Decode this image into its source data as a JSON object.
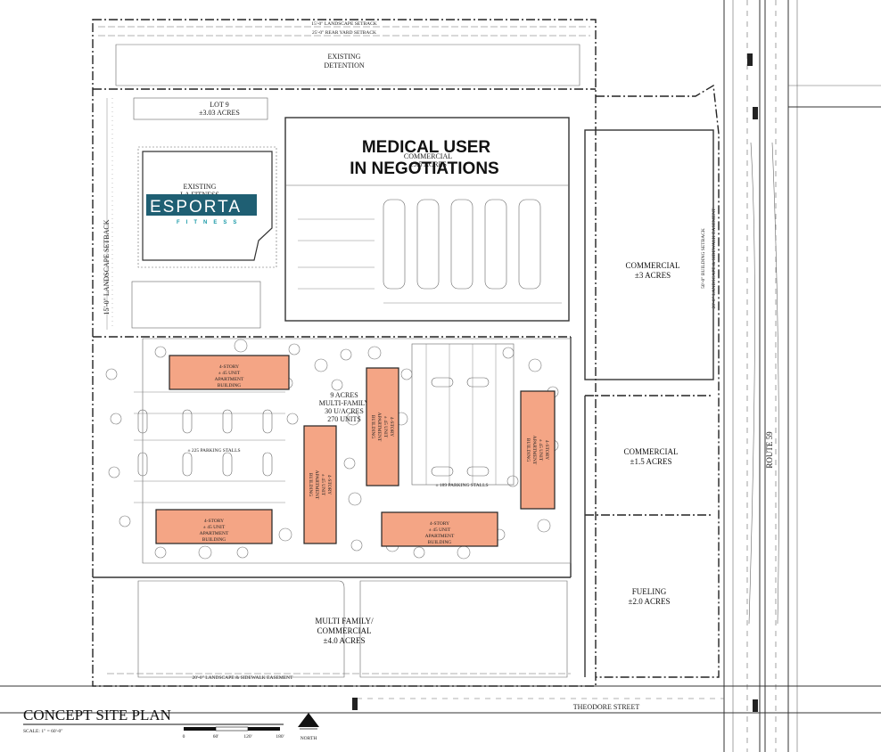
{
  "title": "CONCEPT SITE PLAN",
  "scale": {
    "text": "SCALE: 1\" = 60'-0\"",
    "ticks": [
      "0",
      "60'",
      "120'",
      "180'"
    ],
    "north": "NORTH"
  },
  "setbacks": {
    "top_landscape": "15'-0\" LANDSCAPE SETBACK",
    "top_rear_yard": "25'-0\" REAR YARD SETBACK",
    "left_landscape": "15'-0\" LANDSCAPE SETBACK",
    "right_building": "50'-0\" BUILDING SETBACK",
    "right_easement": "20'-0\" LANDSCAPE & SIDEWALK EASEMENT",
    "bottom_easement": "20'-0\" LANDSCAPE & SIDEWALK EASEMENT"
  },
  "detention": {
    "line1": "EXISTING",
    "line2": "DETENTION"
  },
  "lot9": {
    "line1": "LOT 9",
    "line2": "±3.03 ACRES"
  },
  "existing_building": {
    "line1": "EXISTING",
    "line2": "LA FITNESS"
  },
  "logo": {
    "word": "ESPORTA",
    "sub": "FITNESS",
    "color_box": "#1f5f73",
    "color_sub": "#1a9aa8"
  },
  "medical": {
    "line1": "MEDICAL USER",
    "line2": "IN NEGOTIATIONS",
    "under_line1": "COMMERCIAL",
    "under_line2": "±5.5 ACRES"
  },
  "parcels": {
    "commercial_3": {
      "line1": "COMMERCIAL",
      "line2": "±3 ACRES"
    },
    "commercial_15": {
      "line1": "COMMERCIAL",
      "line2": "±1.5 ACRES"
    },
    "fueling": {
      "line1": "FUELING",
      "line2": "±2.0 ACRES"
    },
    "multi_commercial": {
      "line1": "MULTI FAMILY/",
      "line2": "COMMERCIAL",
      "line3": "±4.0 ACRES"
    }
  },
  "multifamily": {
    "line1": "9 ACRES",
    "line2": "MULTI-FAMILY",
    "line3": "30 U/ACRES",
    "line4": "270 UNITS",
    "parking_left": "± 225 PARKING STALLS",
    "parking_right": "± 189 PARKING STALLS"
  },
  "apartment": {
    "line1": "4-STORY",
    "line2": "± 45 UNIT",
    "line3": "APARTMENT",
    "line4": "BUILDING",
    "fill": "#f4a585"
  },
  "roads": {
    "route": "ROUTE 59",
    "street": "THEODORE STREET"
  }
}
